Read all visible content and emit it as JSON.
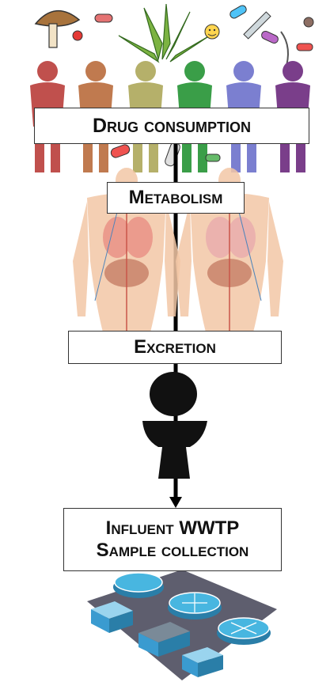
{
  "steps": {
    "drug_consumption": "Drug consumption",
    "metabolism": "Metabolism",
    "excretion": "Excretion",
    "sample_line1": "Influent WWTP",
    "sample_line2": "Sample collection"
  },
  "colors": {
    "person_colors": [
      "#c0504d",
      "#c07a4f",
      "#b5b06a",
      "#3a9e48",
      "#7b7fd0",
      "#7a3e8a"
    ],
    "flow_line": "#000000",
    "box_border": "#333333",
    "body_skin": "#f3c7a6",
    "toilet": "#111111",
    "plant_blue": "#3ea7d6"
  },
  "icons": [
    "mushroom-icon",
    "cannabis-leaf-icon",
    "pill-icon",
    "syringe-icon",
    "smiley-pill-icon",
    "person-icon",
    "human-anatomy-icon",
    "toilet-icon",
    "wastewater-plant-icon"
  ]
}
